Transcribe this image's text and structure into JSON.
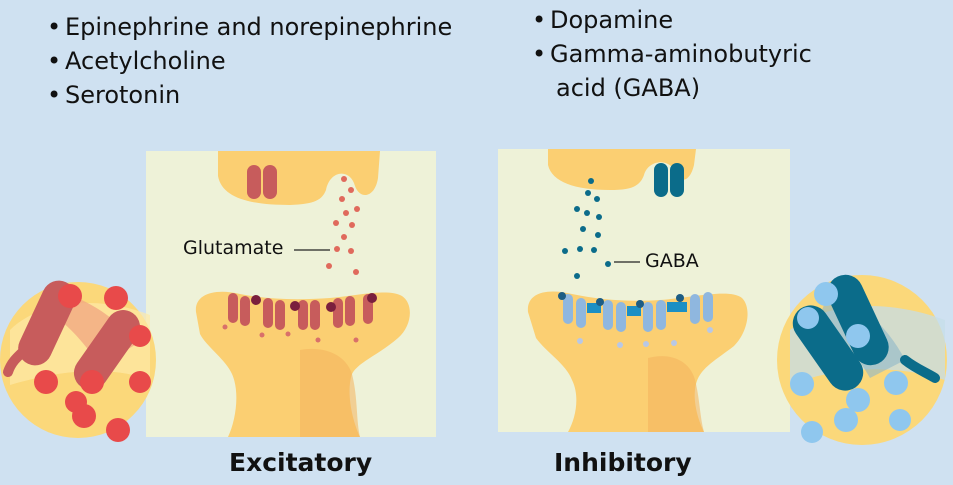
{
  "lists": {
    "left": [
      "Epinephrine and norepinephrine",
      "Acetylcholine",
      "Serotonin"
    ],
    "right": [
      "Dopamine",
      "Gamma-aminobutyric",
      "acid (GABA)"
    ]
  },
  "panels": {
    "excitatory": {
      "label": "Excitatory",
      "callout": "Glutamate"
    },
    "inhibitory": {
      "label": "Inhibitory",
      "callout": "GABA"
    }
  },
  "colors": {
    "background": "#cfe1f1",
    "panel": "#eef2d8",
    "neuron": "#fbcf72",
    "neuron_dark": "#f4b25c",
    "excitatory_receptor": "#c75c5c",
    "excitatory_dot": "#e24d4d",
    "inhibitory_receptor": "#0b6c8a",
    "inhibitory_dot": "#8fc7ee"
  }
}
